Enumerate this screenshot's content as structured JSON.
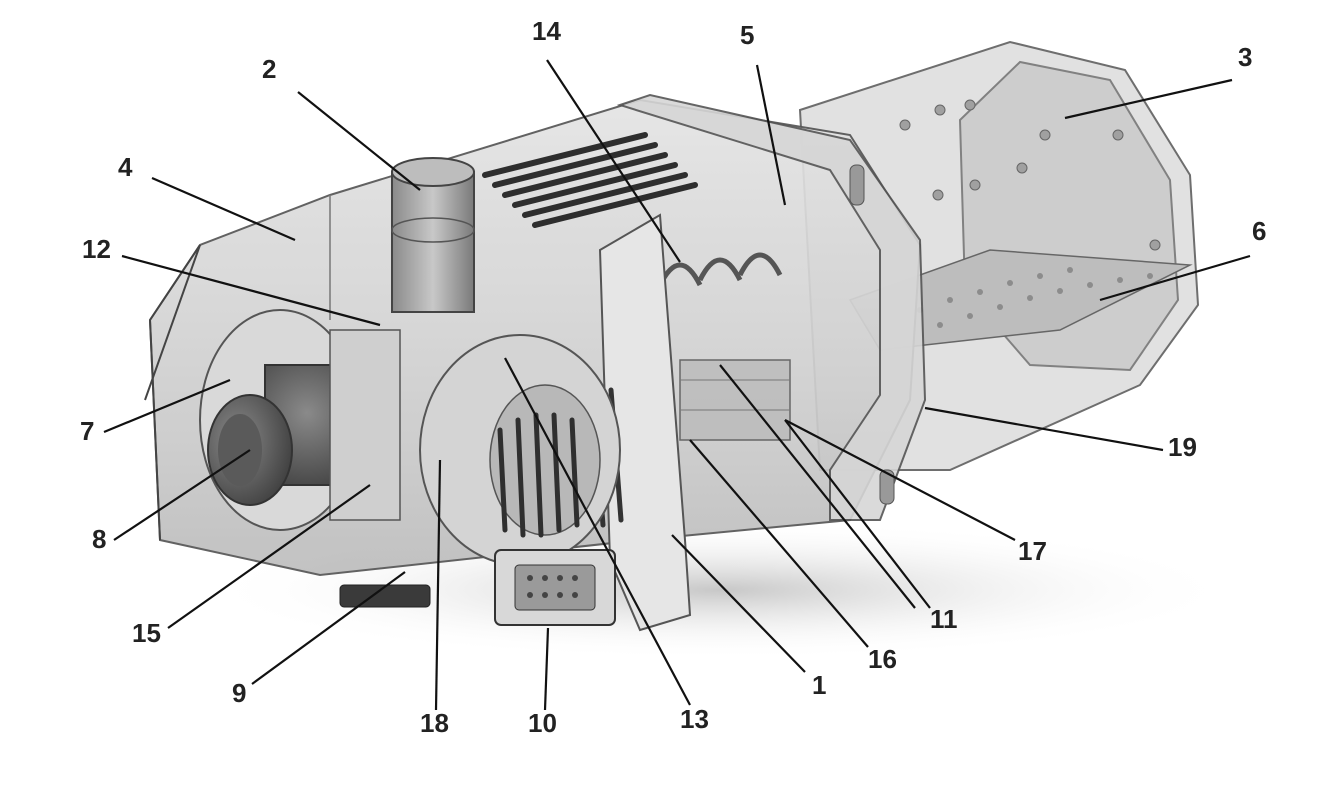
{
  "figure": {
    "kind": "exploded-perspective technical illustration of a pellet burner",
    "callouts": [
      {
        "id": "1",
        "label": "1"
      },
      {
        "id": "2",
        "label": "2"
      },
      {
        "id": "3",
        "label": "3"
      },
      {
        "id": "4",
        "label": "4"
      },
      {
        "id": "5",
        "label": "5"
      },
      {
        "id": "6",
        "label": "6"
      },
      {
        "id": "7",
        "label": "7"
      },
      {
        "id": "8",
        "label": "8"
      },
      {
        "id": "9",
        "label": "9"
      },
      {
        "id": "10",
        "label": "10"
      },
      {
        "id": "11",
        "label": "11"
      },
      {
        "id": "12",
        "label": "12"
      },
      {
        "id": "13",
        "label": "13"
      },
      {
        "id": "14",
        "label": "14"
      },
      {
        "id": "15",
        "label": "15"
      },
      {
        "id": "16",
        "label": "16"
      },
      {
        "id": "17",
        "label": "17"
      },
      {
        "id": "18",
        "label": "18"
      },
      {
        "id": "19",
        "label": "19"
      }
    ]
  },
  "colors": {
    "housing_fill": "#cfcfcf",
    "housing_stroke": "#555555",
    "metal_dark": "#6a6a6a",
    "motor_dark": "#4a4a4a",
    "label_text": "#222222",
    "leader_line": "#111111"
  }
}
